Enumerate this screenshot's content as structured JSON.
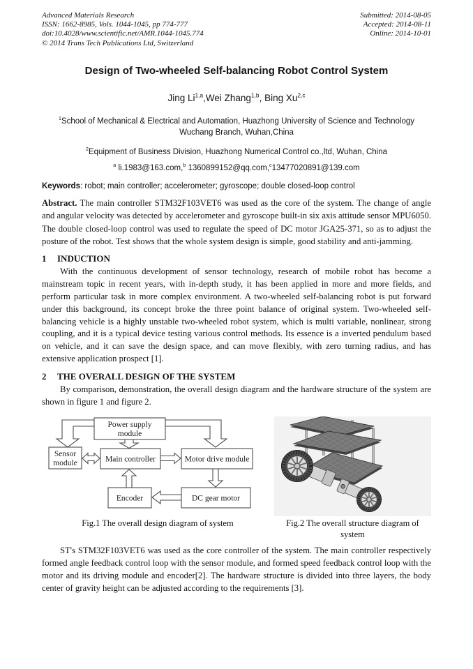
{
  "header": {
    "journal": [
      "Advanced Materials Research",
      "ISSN: 1662-8985, Vols. 1044-1045, pp 774-777",
      "doi:10.4028/www.scientific.net/AMR.1044-1045.774",
      "© 2014 Trans Tech Publications Ltd, Switzerland"
    ],
    "submission": [
      "Submitted: 2014-08-05",
      "Accepted: 2014-08-11",
      "Online: 2014-10-01"
    ]
  },
  "title": "Design of Two-wheeled Self-balancing Robot Control System",
  "authors": {
    "segments": [
      {
        "t": "Jing Li"
      },
      {
        "s": "1,a"
      },
      {
        "t": ",Wei Zhang"
      },
      {
        "s": "1,b"
      },
      {
        "t": ", Bing Xu"
      },
      {
        "s": "2,c"
      }
    ]
  },
  "affiliations": {
    "affil1": {
      "segments": [
        {
          "s": "1"
        },
        {
          "t": "School of Mechanical & Electrical and Automation, Huazhong University of Science and Technology Wuchang Branch, Wuhan,China"
        }
      ]
    },
    "affil2": {
      "segments": [
        {
          "s": "2"
        },
        {
          "t": "Equipment of Business Division, Huazhong Numerical Control co.,ltd, Wuhan, China"
        }
      ]
    },
    "emails": {
      "segments": [
        {
          "s": "a"
        },
        {
          "t": " li.1983@163.com,"
        },
        {
          "s": "b"
        },
        {
          "t": " 1360899152@qq.com,"
        },
        {
          "s": "c"
        },
        {
          "t": "13477020891@139.com"
        }
      ]
    }
  },
  "keywords": {
    "label": "Keywords",
    "text": ": robot; main controller; accelerometer; gyroscope; double closed-loop control"
  },
  "abstract": {
    "label": "Abstract.",
    "text": " The main controller STM32F103VET6 was used as the core of the system. The change of angle and angular velocity was detected by accelerometer and gyroscope built-in six axis attitude sensor MPU6050. The double closed-loop control was used to regulate the speed of DC motor JGA25-371, so as to adjust the posture of the robot. Test shows that the whole system design is simple, good stability and anti-jamming."
  },
  "sections": {
    "s1": {
      "number": "1",
      "heading": "INDUCTION",
      "body": "With the continuous development of sensor technology, research of mobile robot has become a mainstream topic in recent years, with in-depth study, it has been applied in more and more fields, and perform particular task in more complex environment. A two-wheeled self-balancing robot is put forward under this background, its concept broke the three point balance of original system. Two-wheeled self-balancing vehicle is a highly unstable two-wheeled robot system, which is multi variable, nonlinear, strong coupling, and it is a typical device testing various control methods. Its essence is a inverted pendulum based on vehicle, and it can save the design space, and can move flexibly, with zero turning radius, and has extensive application prospect [1]."
    },
    "s2": {
      "number": "2",
      "heading": "THE OVERALL DESIGN OF THE SYSTEM",
      "intro": "By comparison, demonstration, the overall design diagram and the hardware structure of the system are shown in figure 1 and figure 2.",
      "body": "ST's STM32F103VET6 was used as the core controller of the system. The main controller respectively formed angle feedback control loop with the sensor module, and formed speed feedback control loop with the motor and its driving module and encoder[2]. The hardware structure is divided into three layers, the body center of gravity height can be adjusted according to the requirements [3]."
    }
  },
  "figure1": {
    "caption": "Fig.1 The overall design diagram of system",
    "boxes": {
      "power": {
        "line1": "Power supply",
        "line2": "module"
      },
      "sensor": {
        "line1": "Sensor",
        "line2": "module"
      },
      "main": "Main controller",
      "motor_drive": "Motor drive module",
      "encoder": "Encoder",
      "dc_motor": "DC gear motor"
    }
  },
  "figure2": {
    "caption": "Fig.2 The overall structure diagram of system"
  }
}
